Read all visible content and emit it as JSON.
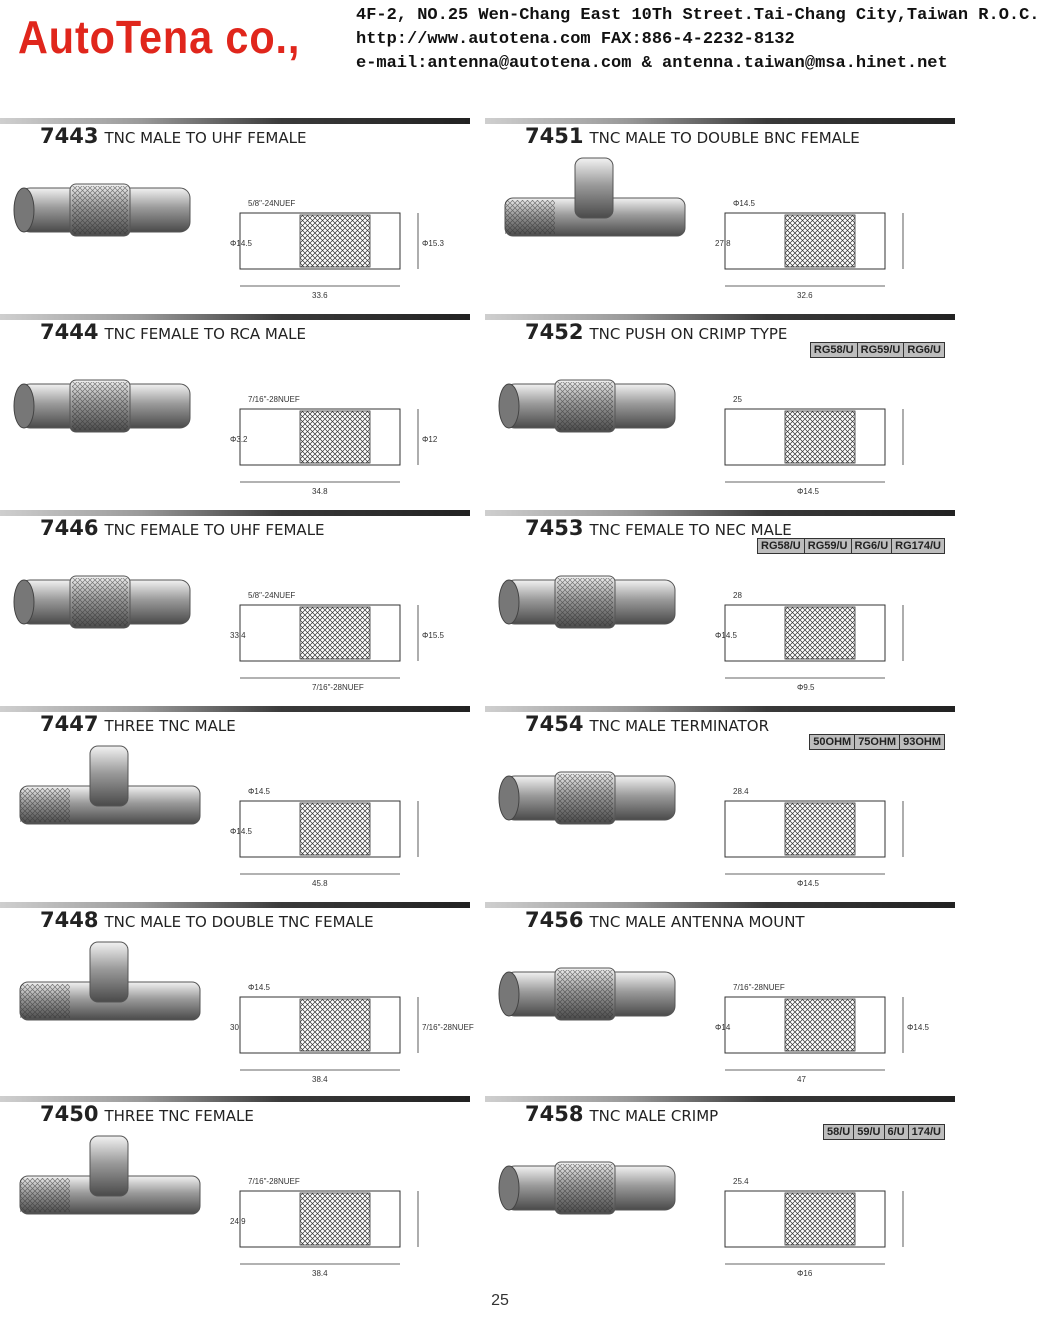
{
  "header": {
    "brand": "AutoTena co.,",
    "address": "4F-2, NO.25  Wen-Chang East 10Th Street.Tai-Chang City,Taiwan R.O.C.",
    "web_fax": "http://www.autotena.com     FAX:886-4-2232-8132",
    "email": "e-mail:antenna@autotena.com  &  antenna.taiwan@msa.hinet.net"
  },
  "products": [
    {
      "code": "7443",
      "desc": "TNC MALE TO UHF FEMALE",
      "dims": [
        "5/8\"-24NUEF",
        "33.6",
        "Φ14.5",
        "Φ15.3"
      ],
      "tags": []
    },
    {
      "code": "7451",
      "desc": "TNC MALE TO DOUBLE BNC FEMALE",
      "dims": [
        "Φ14.5",
        "32.6",
        "27.8"
      ],
      "tags": []
    },
    {
      "code": "7444",
      "desc": "TNC FEMALE TO RCA MALE",
      "dims": [
        "7/16\"-28NUEF",
        "34.8",
        "Φ3.2",
        "Φ12"
      ],
      "tags": []
    },
    {
      "code": "7452",
      "desc": "TNC PUSH ON CRIMP TYPE",
      "dims": [
        "25",
        "Φ14.5"
      ],
      "tags": [
        "RG58/U",
        "RG59/U",
        "RG6/U"
      ]
    },
    {
      "code": "7446",
      "desc": "TNC FEMALE TO UHF FEMALE",
      "dims": [
        "5/8\"-24NUEF",
        "7/16\"-28NUEF",
        "33.4",
        "Φ15.5"
      ],
      "tags": []
    },
    {
      "code": "7453",
      "desc": "TNC FEMALE TO NEC MALE",
      "dims": [
        "28",
        "Φ9.5",
        "Φ14.5"
      ],
      "tags": [
        "RG58/U",
        "RG59/U",
        "RG6/U",
        "RG174/U"
      ]
    },
    {
      "code": "7447",
      "desc": "THREE TNC MALE",
      "dims": [
        "Φ14.5",
        "45.8",
        "Φ14.5"
      ],
      "tags": []
    },
    {
      "code": "7454",
      "desc": "TNC MALE TERMINATOR",
      "dims": [
        "28.4",
        "Φ14.5"
      ],
      "tags": [
        "50OHM",
        "75OHM",
        "93OHM"
      ]
    },
    {
      "code": "7448",
      "desc": "TNC MALE TO DOUBLE TNC FEMALE",
      "dims": [
        "Φ14.5",
        "38.4",
        "30",
        "7/16\"-28NUEF"
      ],
      "tags": []
    },
    {
      "code": "7456",
      "desc": "TNC MALE ANTENNA MOUNT",
      "dims": [
        "7/16\"-28NUEF",
        "47",
        "Φ14",
        "Φ14.5"
      ],
      "tags": []
    },
    {
      "code": "7450",
      "desc": "THREE TNC FEMALE",
      "dims": [
        "7/16\"-28NUEF",
        "38.4",
        "24.9"
      ],
      "tags": []
    },
    {
      "code": "7458",
      "desc": "TNC MALE CRIMP",
      "dims": [
        "25.4",
        "Φ16"
      ],
      "tags": [
        "58/U",
        "59/U",
        "6/U",
        "174/U"
      ]
    }
  ],
  "page_number": "25"
}
